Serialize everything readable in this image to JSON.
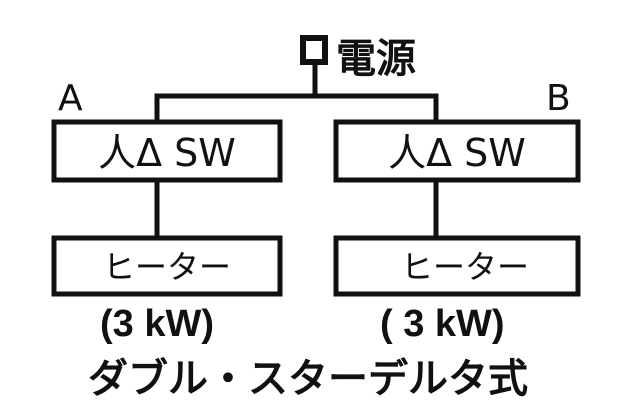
{
  "power_source": {
    "label": "電源"
  },
  "branches": [
    {
      "id": "A",
      "label": "A",
      "switch_label": "人Δ SW",
      "heater_label": "ヒーター",
      "power": "(3 kW)"
    },
    {
      "id": "B",
      "label": "B",
      "switch_label": "人Δ SW",
      "heater_label": "ヒーター",
      "power": "( 3 kW)"
    }
  ],
  "caption": "ダブル・スターデルタ式",
  "colors": {
    "ink": "#111111",
    "background": "#ffffff"
  }
}
